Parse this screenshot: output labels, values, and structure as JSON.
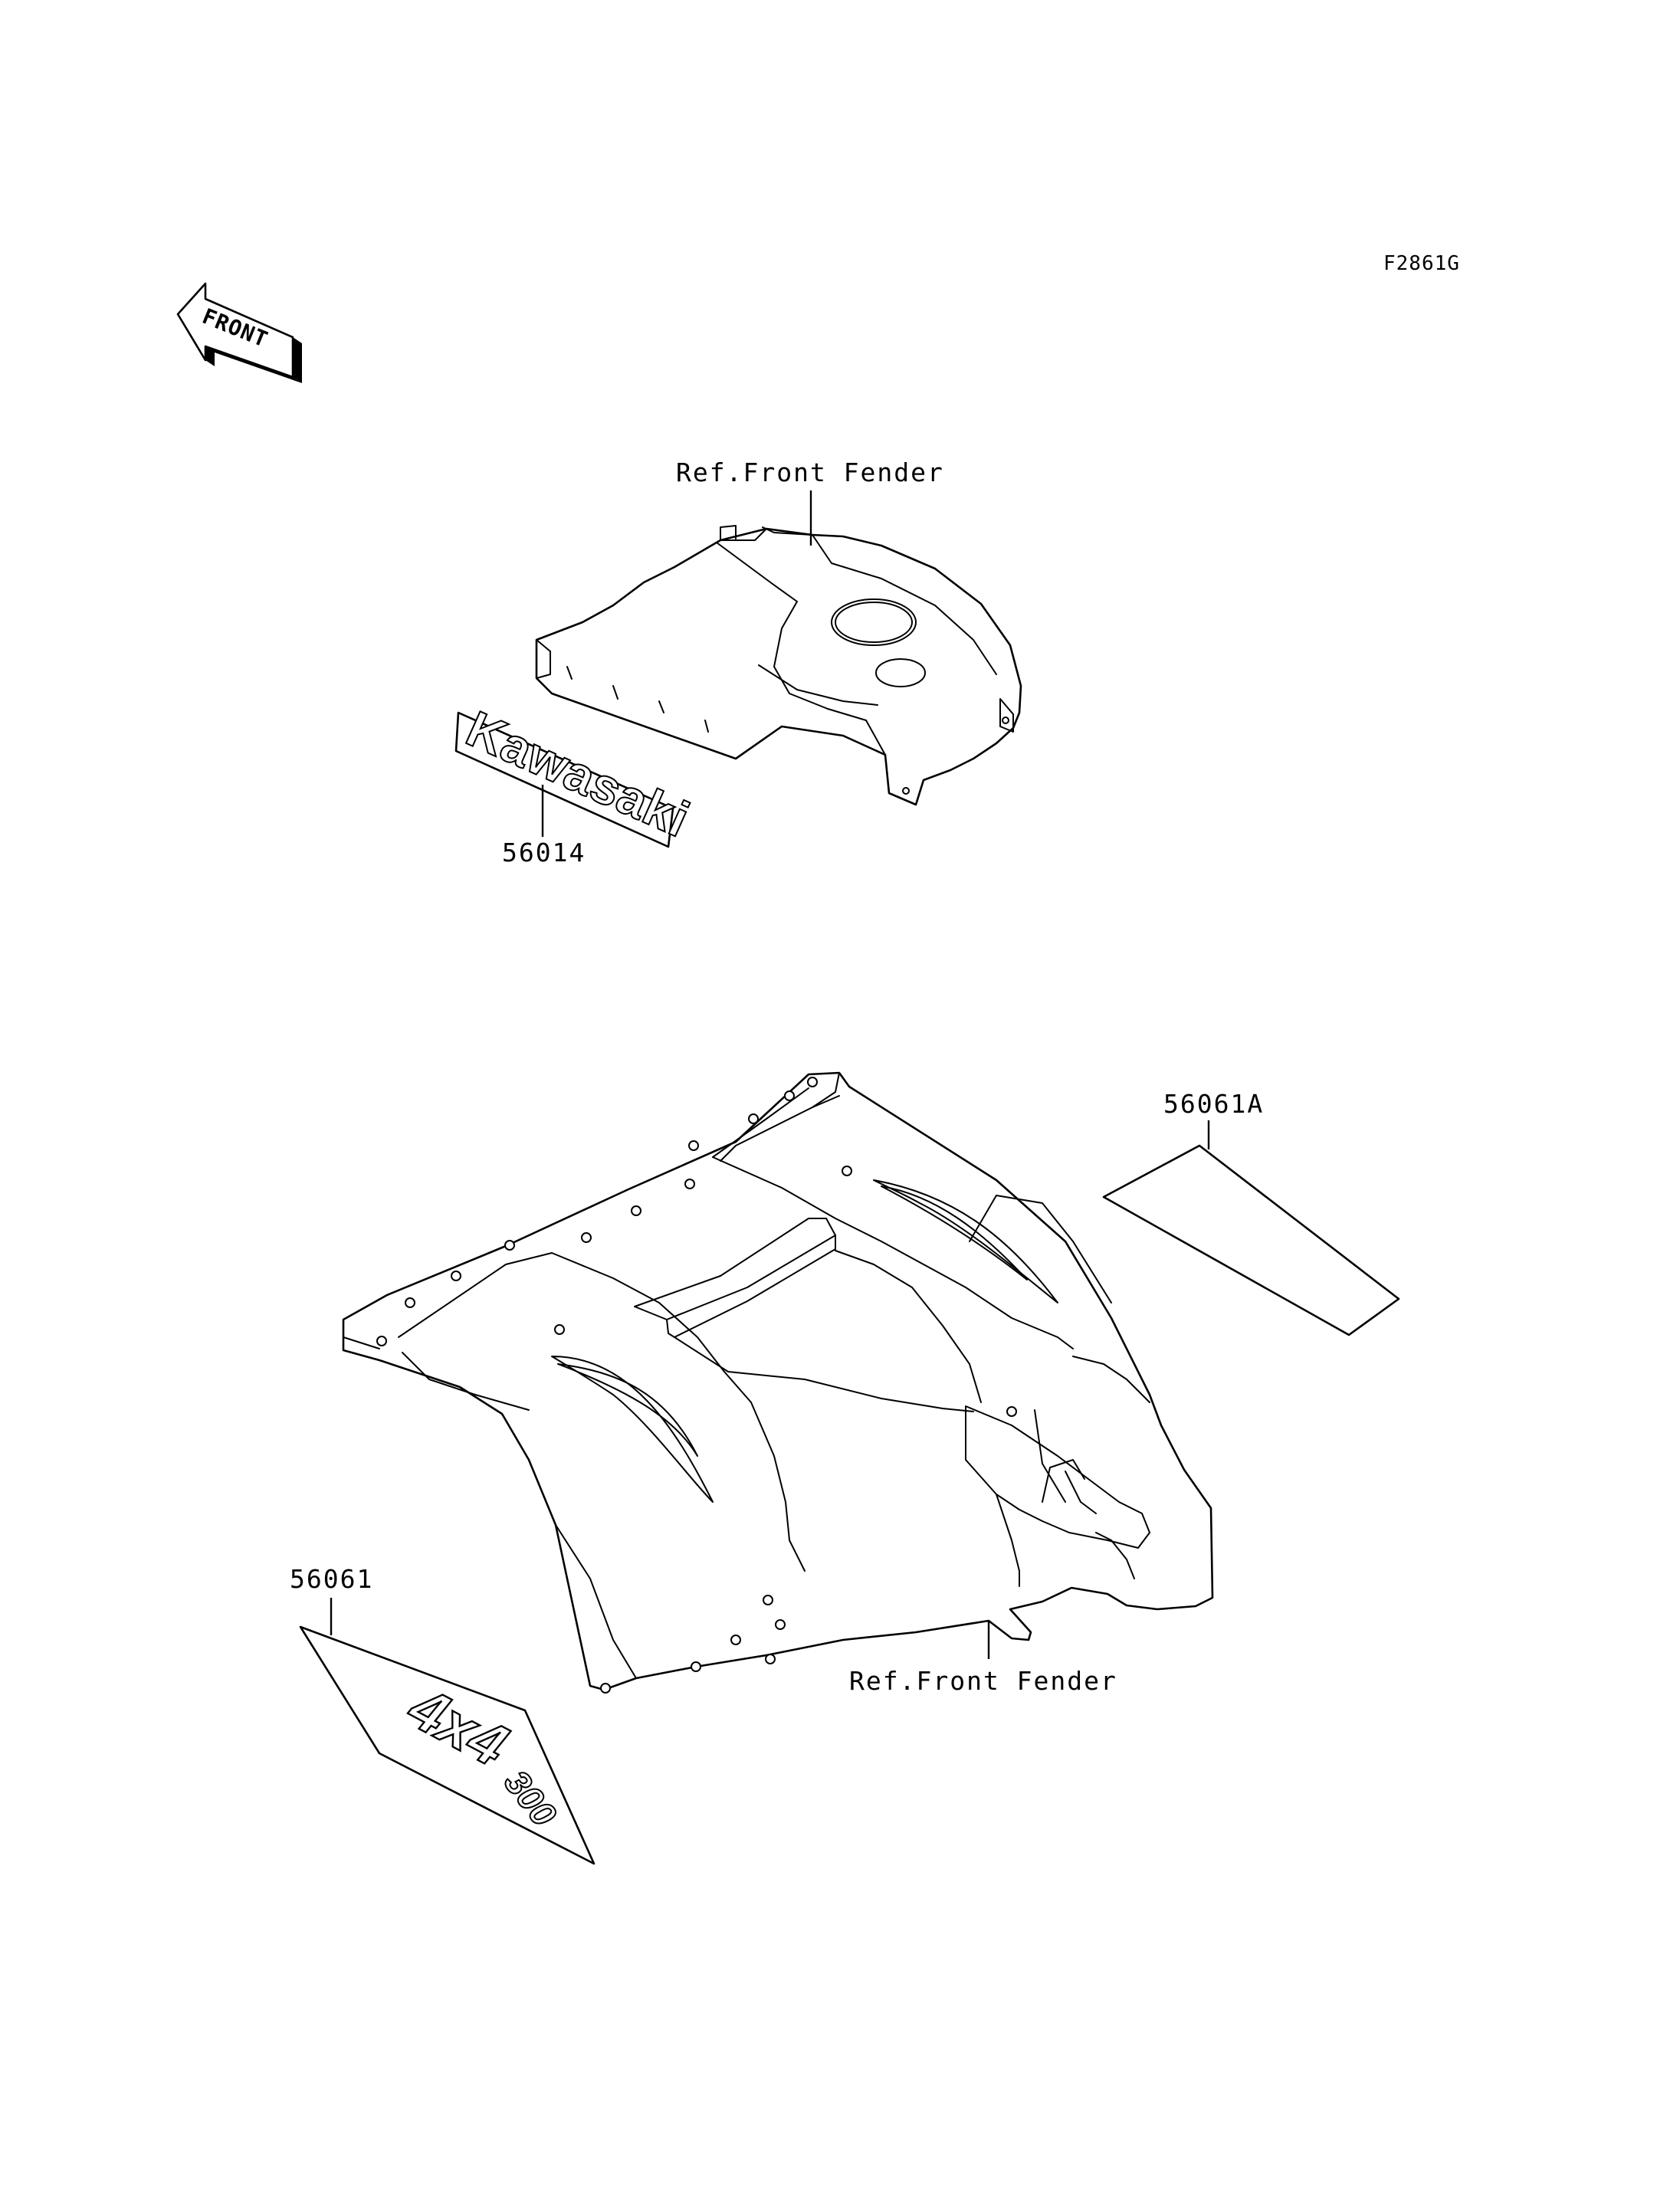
{
  "figure_code": "F2861G",
  "front_arrow": {
    "label": "FRONT",
    "icon": "front-direction-arrow-icon"
  },
  "callouts": {
    "ref_front_fender_top": "Ref.Front Fender",
    "ref_front_fender_bottom": "Ref.Front Fender",
    "part_56014": "56014",
    "part_56061A": "56061A",
    "part_56061": "56061"
  },
  "decals": {
    "kawasaki": "Kawasaki",
    "four_by_four": "4x4",
    "displacement": "300"
  }
}
